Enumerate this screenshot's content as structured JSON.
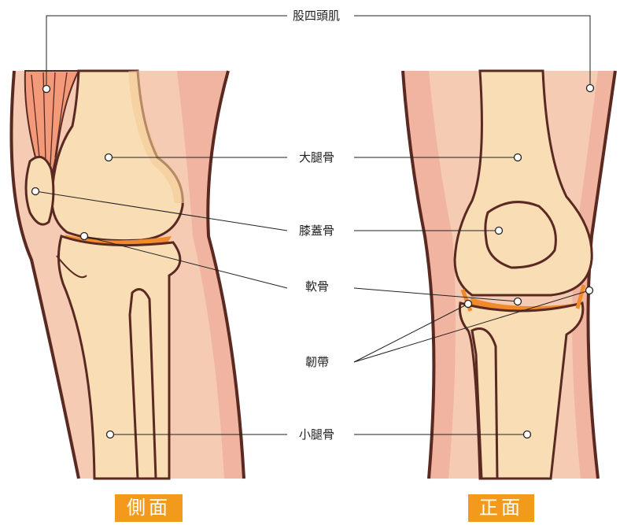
{
  "labels": {
    "quadriceps": "股四頭肌",
    "femur": "大腿骨",
    "patella": "膝蓋骨",
    "cartilage": "軟骨",
    "ligament": "韌帶",
    "tibia": "小腿骨"
  },
  "views": {
    "side": "側面",
    "front": "正面"
  },
  "colors": {
    "skin": "#f5cbb3",
    "skin_dark": "#f0b4a0",
    "bone": "#f9ddb5",
    "bone_shadow": "#f3c994",
    "muscle": "#f29a7a",
    "cartilage": "#f08a2a",
    "outline": "#5a2a22",
    "label_bg": "#f39a1c"
  }
}
